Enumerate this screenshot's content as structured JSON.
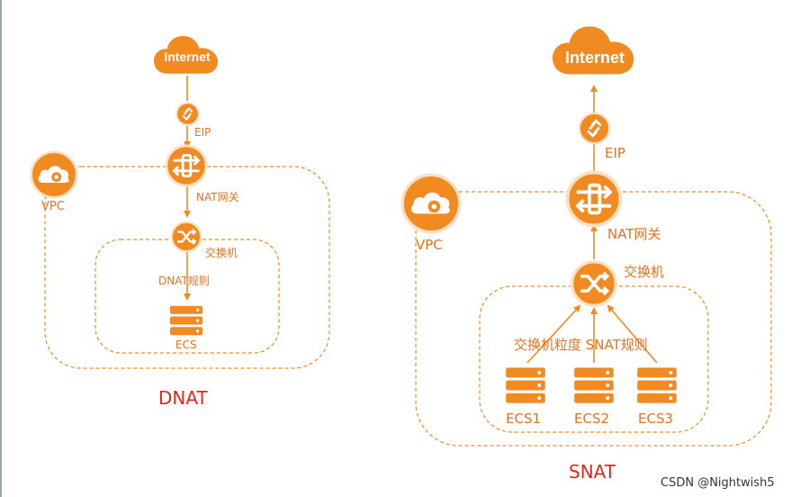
{
  "colors": {
    "orange": "#f28a22",
    "label": "#e8711c",
    "caption": "#e5261f"
  },
  "dnat": {
    "internet": "Internet",
    "eip": "EIP",
    "vpc": "VPC",
    "nat_gateway": "NAT网关",
    "switch": "交换机",
    "rule": "DNAT规则",
    "ecs": "ECS",
    "caption": "DNAT"
  },
  "snat": {
    "internet": "Internet",
    "eip": "EIP",
    "vpc": "VPC",
    "nat_gateway": "NAT网关",
    "switch": "交换机",
    "rule": "交换机粒度 SNAT规则",
    "ecs": [
      "ECS1",
      "ECS2",
      "ECS3"
    ],
    "caption": "SNAT"
  },
  "watermark": "CSDN @Nightwish5"
}
